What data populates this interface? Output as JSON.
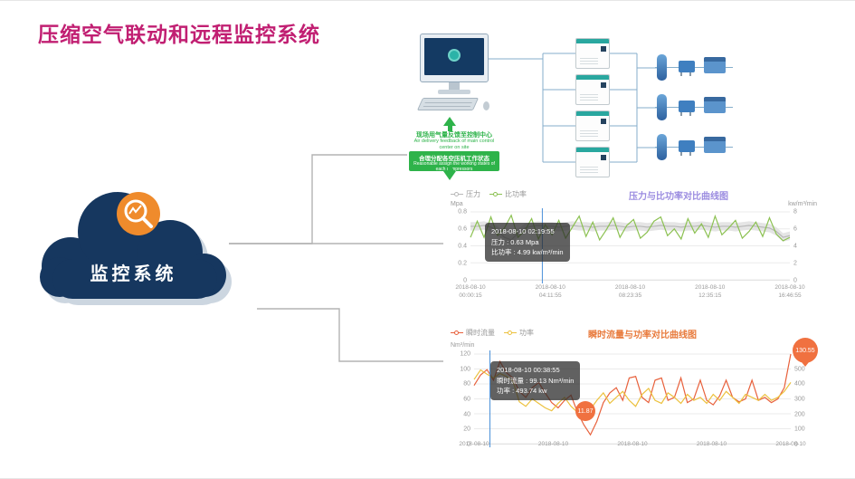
{
  "page": {
    "title": "压缩空气联动和远程监控系统"
  },
  "cloud": {
    "label": "监控系统",
    "color": "#16375f",
    "badge_color": "#ef8b2c",
    "icon": "magnifier-trend-icon"
  },
  "diagram": {
    "feedback_cn": "现场用气量反馈至控制中心",
    "feedback_en": "Air delivery feedback of main control center on site",
    "assign_cn": "合理分配各空压机工作状态",
    "assign_en": "Reasonable assign the working states of each compressors"
  },
  "chart_data": [
    {
      "type": "line",
      "title": "压力与比功率对比曲线图",
      "title_color": "#9b8ce0",
      "legend_position": "top-left",
      "grid": true,
      "y_left_label": "Mpa",
      "y_right_label": "kw/m³/min",
      "ylim_left": [
        0,
        0.8
      ],
      "ylim_right": [
        0,
        8
      ],
      "y_left_ticks": [
        0.8,
        0.6,
        0.4,
        0.2,
        0
      ],
      "y_right_ticks": [
        8,
        6,
        4,
        2,
        0
      ],
      "x_ticks": [
        {
          "date": "2018-08-10",
          "time": "00:00:15"
        },
        {
          "date": "2018-08-10",
          "time": "04:11:55"
        },
        {
          "date": "2018-08-10",
          "time": "08:23:35"
        },
        {
          "date": "2018-08-10",
          "time": "12:35:15"
        },
        {
          "date": "2018-08-10",
          "time": "16:46:55"
        }
      ],
      "series": [
        {
          "name": "压力",
          "color": "#b8b8b8",
          "axis": "left",
          "band": 0.05,
          "values": [
            0.63,
            0.63,
            0.64,
            0.62,
            0.58,
            0.5,
            0.47,
            0.55,
            0.61,
            0.63,
            0.64,
            0.63,
            0.63,
            0.62,
            0.63,
            0.64,
            0.63,
            0.63,
            0.62,
            0.63,
            0.63,
            0.64,
            0.63,
            0.62,
            0.63,
            0.63,
            0.62,
            0.63,
            0.64,
            0.63,
            0.63,
            0.62,
            0.63,
            0.63,
            0.64,
            0.63,
            0.62,
            0.63,
            0.63,
            0.62,
            0.63,
            0.64,
            0.63,
            0.62,
            0.61,
            0.57,
            0.5,
            0.52
          ]
        },
        {
          "name": "比功率",
          "color": "#8cc152",
          "axis": "right",
          "values": [
            5.0,
            6.9,
            4.99,
            7.4,
            5.2,
            6.1,
            7.6,
            5.0,
            5.8,
            7.2,
            4.8,
            6.5,
            5.3,
            7.0,
            4.9,
            6.2,
            7.5,
            5.1,
            6.8,
            4.7,
            5.9,
            7.3,
            5.0,
            6.4,
            7.1,
            4.9,
            5.6,
            6.9,
            7.4,
            5.2,
            6.0,
            4.8,
            7.2,
            5.5,
            6.6,
            5.0,
            7.5,
            5.3,
            6.1,
            7.0,
            4.9,
            5.7,
            6.8,
            5.1,
            7.3,
            5.4,
            4.6,
            5.0
          ]
        }
      ],
      "hover_x_frac": 0.225,
      "tooltip": {
        "title": "2018-08-10 02:19:55",
        "rows": [
          "压力 : 0.63 Mpa",
          "比功率 : 4.99 kw/m³/min"
        ]
      }
    },
    {
      "type": "line",
      "title": "瞬时流量与功率对比曲线图",
      "title_color": "#e87a3c",
      "legend_position": "top-left",
      "grid": true,
      "y_left_label": "Nm³/min",
      "ylim_left": [
        0,
        120
      ],
      "ylim_right": [
        0,
        600
      ],
      "y_left_ticks": [
        120,
        100,
        80,
        60,
        40,
        20,
        0
      ],
      "y_right_ticks": [
        600,
        500,
        400,
        300,
        200,
        100,
        0
      ],
      "x_ticks": [
        {
          "date": "2018-08-10",
          "time": ""
        },
        {
          "date": "2018-08-10",
          "time": ""
        },
        {
          "date": "2018-08-10",
          "time": ""
        },
        {
          "date": "2018-08-10",
          "time": ""
        },
        {
          "date": "2018-08-10",
          "time": ""
        }
      ],
      "series": [
        {
          "name": "瞬时流量",
          "color": "#e8613c",
          "axis": "left",
          "values": [
            78,
            92,
            99.13,
            85,
            110,
            95,
            88,
            70,
            62,
            75,
            82,
            68,
            55,
            48,
            58,
            65,
            42,
            25,
            11.87,
            30,
            55,
            68,
            75,
            58,
            88,
            90,
            62,
            55,
            85,
            88,
            58,
            62,
            88,
            55,
            60,
            85,
            58,
            52,
            64,
            85,
            62,
            56,
            60,
            85,
            58,
            62,
            55,
            60,
            75,
            130.55
          ]
        },
        {
          "name": "功率",
          "color": "#ecc13e",
          "axis": "right",
          "values": [
            430,
            493.74,
            465,
            440,
            470,
            450,
            420,
            280,
            250,
            300,
            270,
            240,
            220,
            270,
            310,
            250,
            210,
            190,
            230,
            290,
            340,
            270,
            310,
            350,
            290,
            250,
            330,
            370,
            290,
            270,
            340,
            310,
            270,
            330,
            290,
            310,
            270,
            330,
            290,
            350,
            310,
            270,
            330,
            310,
            290,
            330,
            290,
            310,
            350,
            410
          ]
        }
      ],
      "hover_x_frac": 0.05,
      "tooltip": {
        "title": "2018-08-10 00:38:55",
        "rows": [
          "瞬时流量 : 99.13 Nm³/min",
          "功率 : 493.74 kw"
        ]
      },
      "markers": [
        {
          "text": "130.55",
          "position": "max-right"
        },
        {
          "text": "11.87",
          "position": "min-middle"
        }
      ]
    }
  ]
}
